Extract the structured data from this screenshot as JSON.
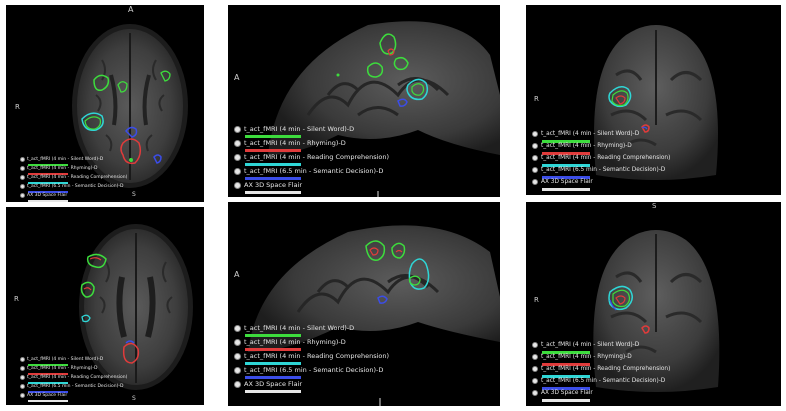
{
  "colors": {
    "background": "#000000",
    "silent_word": "#3ddc3d",
    "rhyming": "#e03b3b",
    "reading": "#2fd6d6",
    "semantic": "#3b4de8",
    "flair": "#e6e6e6"
  },
  "legend_items": [
    {
      "label": "t_act_fMRI (4 min - Silent Word)-D",
      "color_key": "silent_word"
    },
    {
      "label": "t_act_fMRI (4 min - Rhyming)-D",
      "color_key": "rhyming"
    },
    {
      "label": "t_act_fMRI (4 min - Reading Comprehension)",
      "color_key": "reading"
    },
    {
      "label": "t_act_fMRI (6.5 min - Semantic Decision)-D",
      "color_key": "semantic"
    },
    {
      "label": "AX 3D Space Flair",
      "color_key": "flair"
    }
  ],
  "panels": [
    {
      "id": "axial-upper",
      "view": "axial",
      "labels": {
        "top": "A",
        "left": "R",
        "bottom": "S",
        "right": ""
      }
    },
    {
      "id": "sagittal-upper",
      "view": "sagittal",
      "labels": {
        "top": "",
        "left": "A",
        "bottom": "",
        "right": ""
      }
    },
    {
      "id": "coronal-upper",
      "view": "coronal",
      "labels": {
        "top": "",
        "left": "R",
        "bottom": "",
        "right": ""
      }
    },
    {
      "id": "axial-lower",
      "view": "axial",
      "labels": {
        "top": "",
        "left": "R",
        "bottom": "S",
        "right": ""
      }
    },
    {
      "id": "sagittal-lower",
      "view": "sagittal",
      "labels": {
        "top": "",
        "left": "A",
        "bottom": "",
        "right": ""
      }
    },
    {
      "id": "coronal-lower",
      "view": "coronal",
      "labels": {
        "top": "S",
        "left": "R",
        "bottom": "",
        "right": ""
      }
    }
  ]
}
